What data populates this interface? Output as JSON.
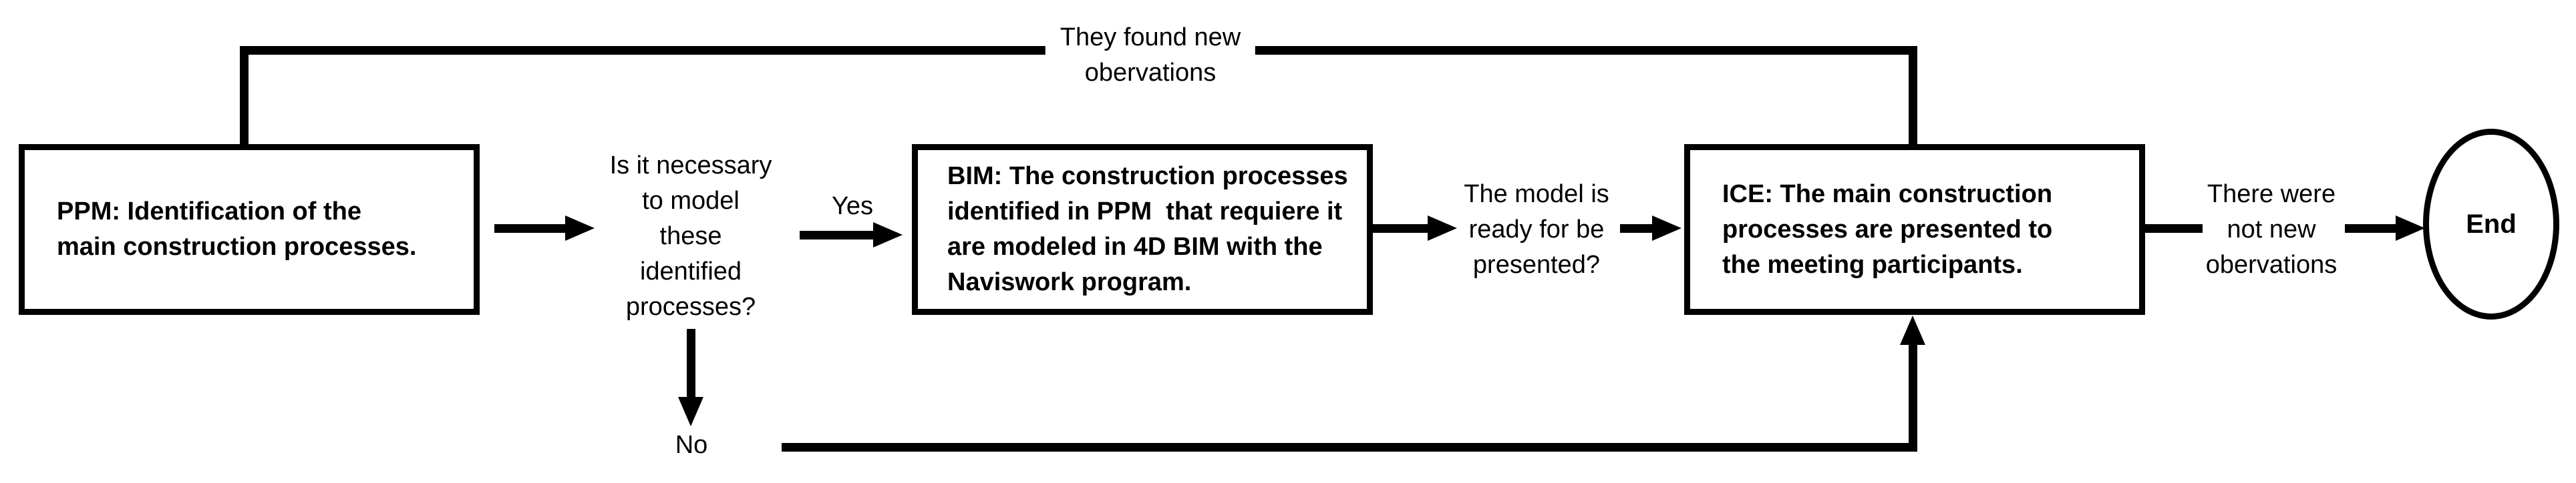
{
  "flowchart": {
    "colors": {
      "stroke": "#000000",
      "background": "#ffffff"
    },
    "nodes": {
      "ppm": {
        "type": "process",
        "lines": [
          "PPM: Identification of the",
          "main construction processes."
        ]
      },
      "bim": {
        "type": "process",
        "lines": [
          "BIM: The construction processes",
          "identified in PPM  that requiere it",
          "are modeled in 4D BIM with the",
          "Naviswork program."
        ]
      },
      "ice": {
        "type": "process",
        "lines": [
          "ICE: The main construction",
          "processes are presented to",
          "the meeting participants."
        ]
      },
      "end": {
        "type": "terminator",
        "label": "End"
      }
    },
    "labels": {
      "decision_question": {
        "lines": [
          "Is it necessary",
          "to model",
          "these",
          "identified",
          "processes?"
        ]
      },
      "yes": "Yes",
      "no": "No",
      "feedback_top": {
        "lines": [
          "They found new",
          "obervations"
        ]
      },
      "model_ready": {
        "lines": [
          "The model is",
          "ready for be",
          "presented?"
        ]
      },
      "no_new_observations": {
        "lines": [
          "There were",
          "not new",
          "obervations"
        ]
      }
    }
  }
}
